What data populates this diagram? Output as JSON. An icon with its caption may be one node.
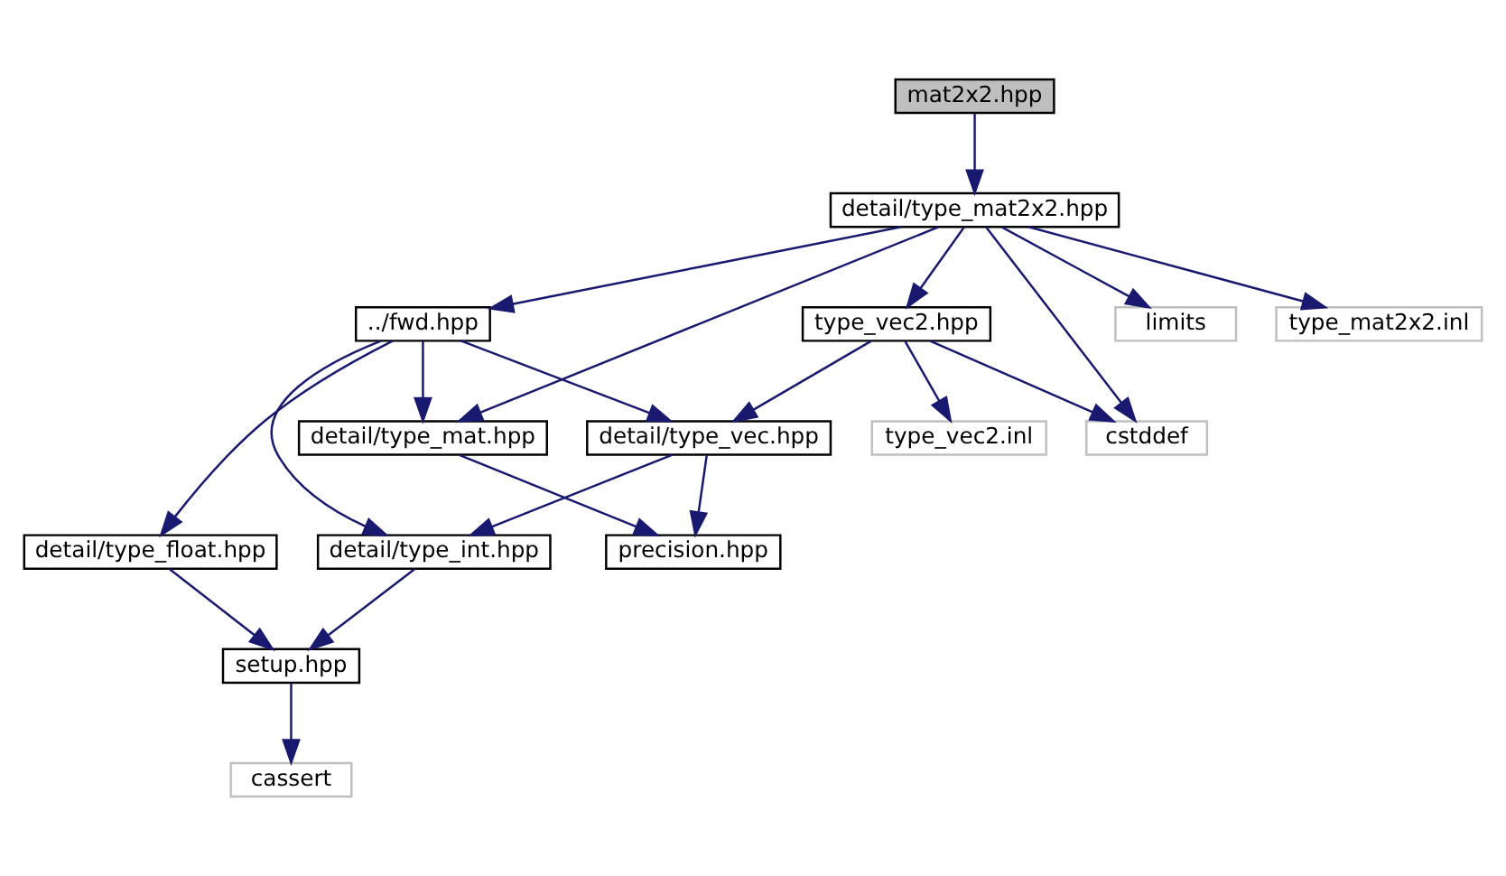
{
  "diagram": {
    "nodes": [
      {
        "text": [
          "mat2x2.hpp"
        ]
      },
      {
        "text": [
          "detail/type_mat2x2.hpp"
        ]
      },
      {
        "text": [
          "../fwd.hpp"
        ]
      },
      {
        "text": [
          "type_vec2.hpp"
        ]
      },
      {
        "text": [
          "limits"
        ]
      },
      {
        "text": [
          "type_mat2x2.inl"
        ]
      },
      {
        "text": [
          "detail/type_mat.hpp"
        ]
      },
      {
        "text": [
          "detail/type_vec.hpp"
        ]
      },
      {
        "text": [
          "type_vec2.inl"
        ]
      },
      {
        "text": [
          "cstddef"
        ]
      },
      {
        "text": [
          "detail/type_float.hpp"
        ]
      },
      {
        "text": [
          "detail/type_int.hpp"
        ]
      },
      {
        "text": [
          "precision.hpp"
        ]
      },
      {
        "text": [
          "setup.hpp"
        ]
      },
      {
        "text": [
          "cassert"
        ]
      }
    ],
    "edges": [
      {
        "from": 0,
        "to": 1,
        "arrow": "to"
      },
      {
        "from": 1,
        "to": 2,
        "arrow": "to"
      },
      {
        "from": 1,
        "to": 6,
        "arrow": "to"
      },
      {
        "from": 1,
        "to": 3,
        "arrow": "to"
      },
      {
        "from": 1,
        "to": 9,
        "arrow": "to"
      },
      {
        "from": 1,
        "to": 4,
        "arrow": "to"
      },
      {
        "from": 1,
        "to": 5,
        "arrow": "to"
      },
      {
        "from": 2,
        "to": 10,
        "arrow": "to"
      },
      {
        "from": 2,
        "to": 11,
        "arrow": "to"
      },
      {
        "from": 2,
        "to": 6,
        "arrow": "to"
      },
      {
        "from": 2,
        "to": 7,
        "arrow": "to"
      },
      {
        "from": 3,
        "to": 7,
        "arrow": "to"
      },
      {
        "from": 3,
        "to": 8,
        "arrow": "to"
      },
      {
        "from": 3,
        "to": 9,
        "arrow": "to"
      },
      {
        "from": 6,
        "to": 12,
        "arrow": "to"
      },
      {
        "from": 7,
        "to": 11,
        "arrow": "to"
      },
      {
        "from": 7,
        "to": 12,
        "arrow": "to"
      },
      {
        "from": 10,
        "to": 13,
        "arrow": "to"
      },
      {
        "from": 11,
        "to": 13,
        "arrow": "to"
      },
      {
        "from": 13,
        "to": 14,
        "arrow": "to"
      }
    ]
  }
}
